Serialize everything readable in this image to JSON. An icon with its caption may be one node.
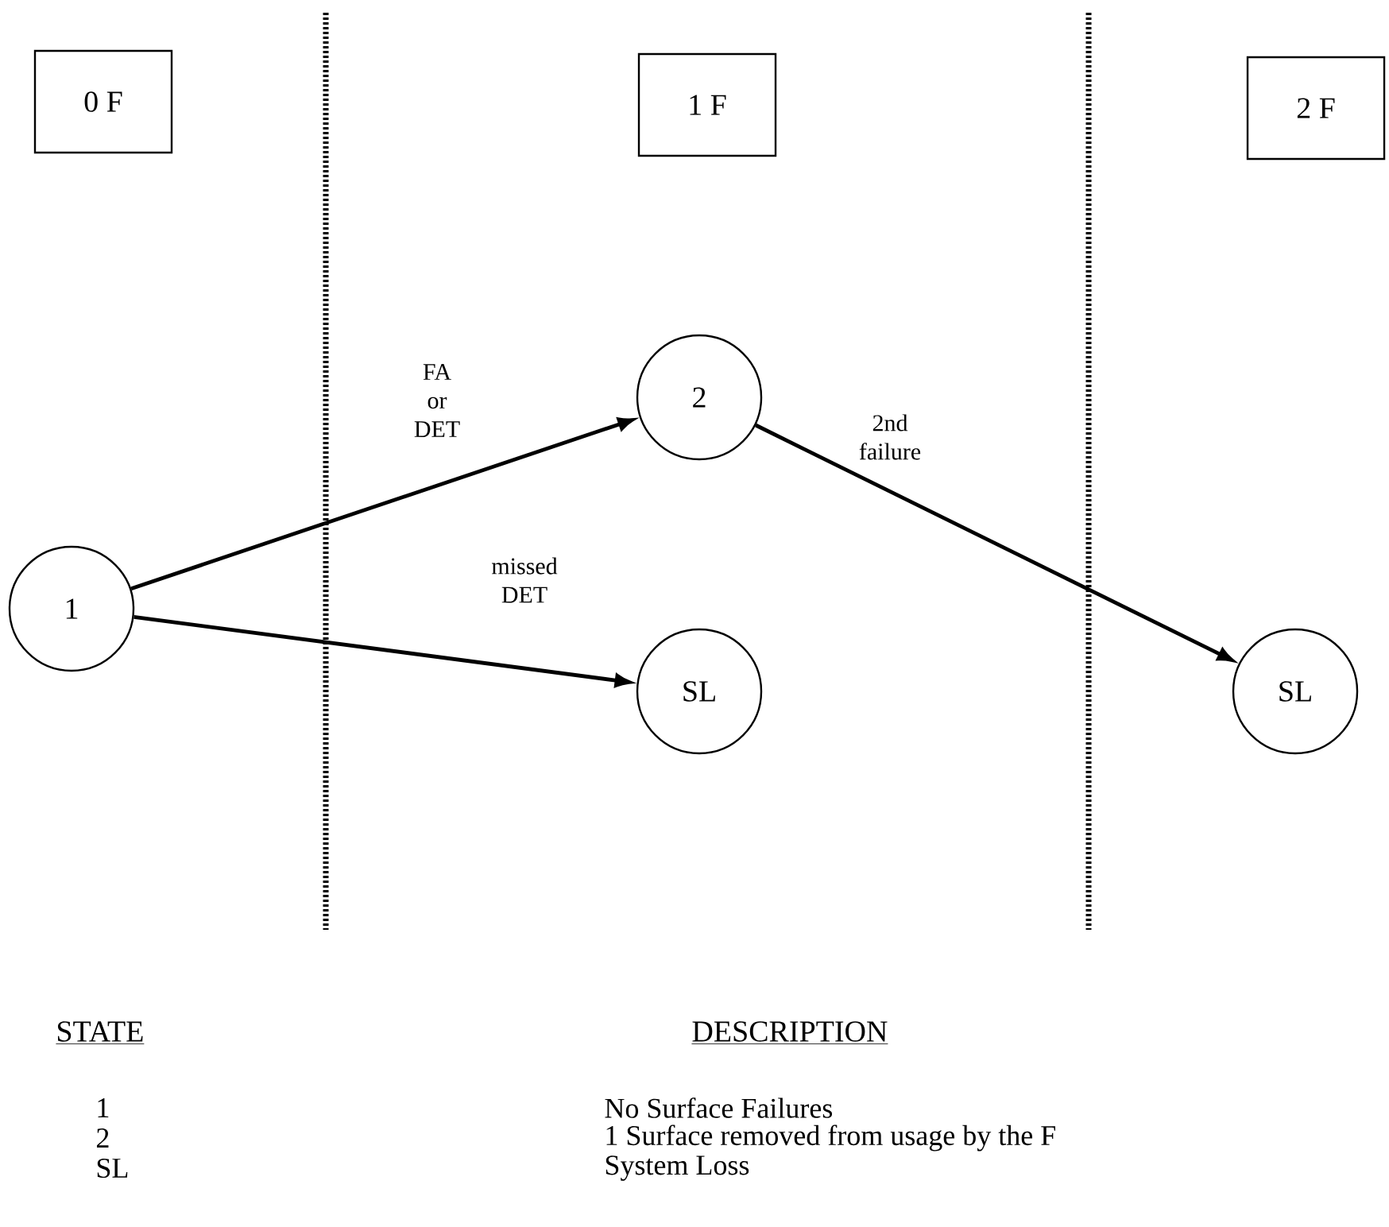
{
  "diagram": {
    "nodes": [
      {
        "text": [
          "0 F"
        ]
      },
      {
        "text": [
          "1 F"
        ]
      },
      {
        "text": [
          "2 F"
        ]
      },
      {
        "text": [
          "1"
        ]
      },
      {
        "text": [
          "2"
        ]
      },
      {
        "text": [
          "SL"
        ]
      },
      {
        "text": [
          "SL"
        ]
      }
    ],
    "edges": [
      {
        "from": 3,
        "to": 4,
        "arrow": "to",
        "label": "FA or DET"
      },
      {
        "from": 3,
        "to": 5,
        "arrow": "to",
        "label": "missed DET"
      },
      {
        "from": 4,
        "to": 6,
        "arrow": "to",
        "label": "2nd failure"
      }
    ],
    "labels": [
      "STATE",
      "DESCRIPTION",
      "1",
      "No Surface Failures",
      "2",
      "1 Surface removed from usage by the F",
      "SL",
      "System Loss"
    ]
  }
}
